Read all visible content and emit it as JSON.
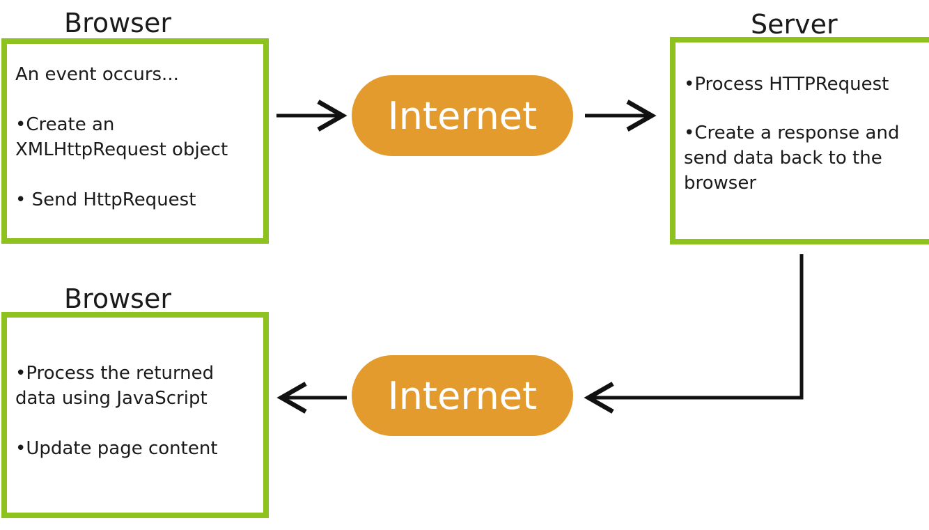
{
  "browser_top": {
    "title": "Browser",
    "intro": "An event occurs...",
    "item1_line1": "•Create an",
    "item1_line2": "XMLHttpRequest object",
    "item2": "• Send HttpRequest"
  },
  "internet_top": {
    "label": "Internet"
  },
  "server": {
    "title": "Server",
    "item1": "•Process HTTPRequest",
    "item2_line1": "•Create a response and",
    "item2_line2": "send data back to the",
    "item2_line3": "browser"
  },
  "internet_bottom": {
    "label": "Internet"
  },
  "browser_bottom": {
    "title": "Browser",
    "item1_line1": "•Process the returned",
    "item1_line2": "data using JavaScript",
    "item2": "•Update page content"
  },
  "colors": {
    "box_border": "#8dc21f",
    "pill_fill": "#e39b2d",
    "arrow": "#111111"
  }
}
